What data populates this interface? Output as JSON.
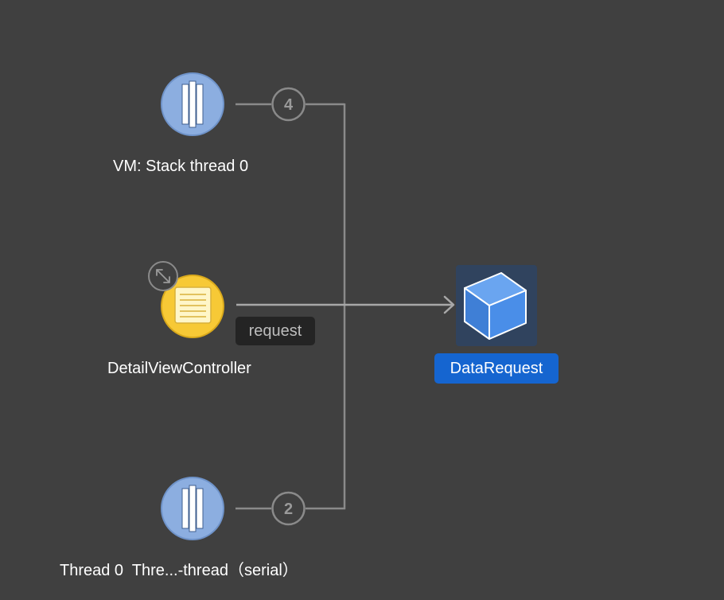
{
  "nodes": {
    "vm_thread": {
      "label": "VM: Stack thread 0",
      "icon": "thread-icon",
      "count": "4"
    },
    "controller": {
      "label": "DetailViewController",
      "icon": "document-icon"
    },
    "serial_thread": {
      "label": "Thread 0  Thre...-thread（serial）",
      "icon": "thread-icon",
      "count": "2"
    },
    "data_request": {
      "label": "DataRequest",
      "icon": "cube-icon",
      "selected": true
    }
  },
  "edges": {
    "request_label": "request"
  },
  "colors": {
    "background": "#404040",
    "thread_node": "#8caee0",
    "controller_node": "#f7c936",
    "cube": "#4a8ee8",
    "selection": "#1565d0",
    "connector": "#8a8a8a"
  }
}
